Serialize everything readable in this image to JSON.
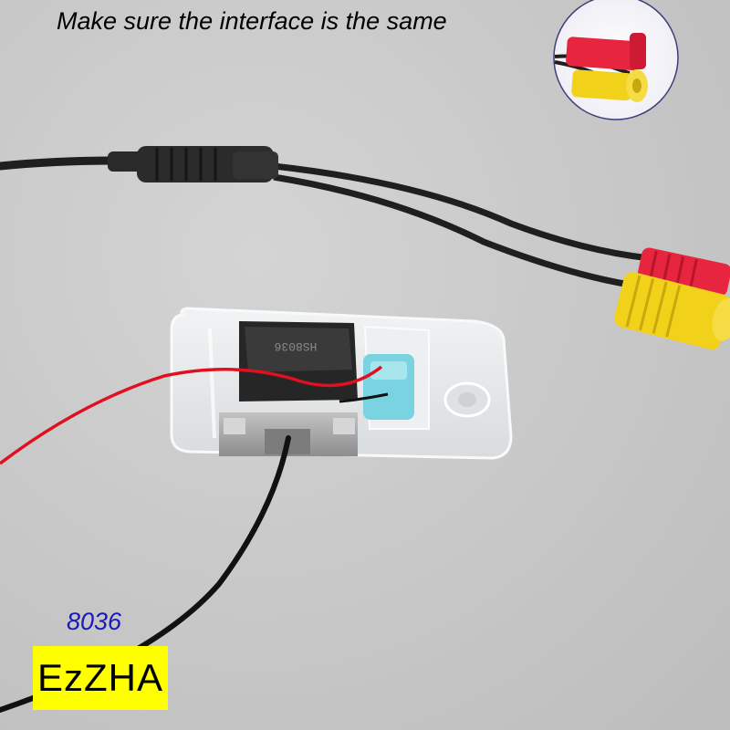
{
  "headline": "Make sure the interface is the same",
  "model_number": "8036",
  "brand_label": "EzZHA",
  "module_label": "HS8036",
  "colors": {
    "background": "#c9c9c9",
    "cable": "#1a1a1a",
    "red_wire": "#e01020",
    "rca_red": "#e8253f",
    "rca_yellow": "#f2d11a",
    "housing_glass": "#e6e8ea",
    "blue_tape": "#79d3e0",
    "brand_yellow": "#ffff00",
    "model_text": "#1a1ab8"
  },
  "icons": [
    "rca-connector-inset-icon",
    "rca-red-plug-icon",
    "rca-yellow-plug-icon"
  ]
}
